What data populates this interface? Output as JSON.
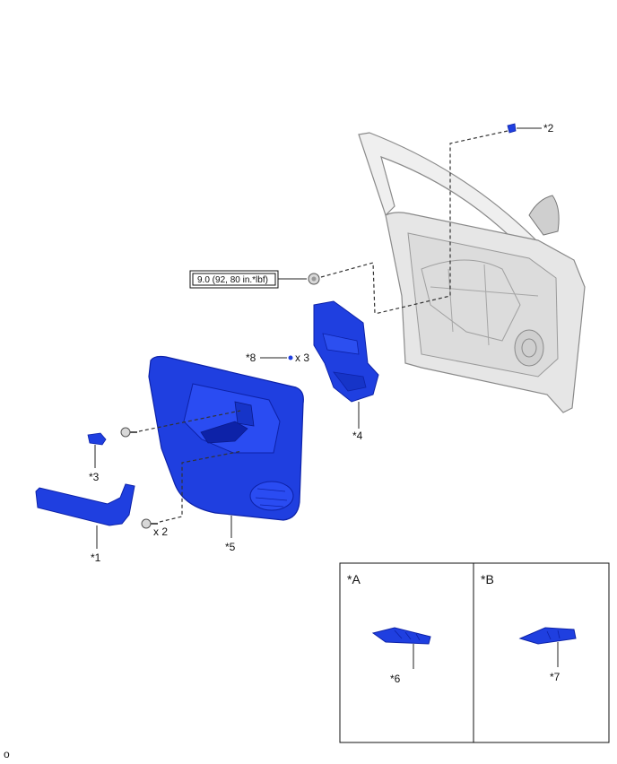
{
  "colors": {
    "part_blue": "#1f3fe0",
    "part_blue_dark": "#0d22a8",
    "door_grey": "#e6e6e6",
    "door_line": "#8a8a8a"
  },
  "labels": {
    "p1": "*1",
    "p2": "*2",
    "p3": "*3",
    "p4": "*4",
    "p5": "*5",
    "p6": "*6",
    "p7": "*7",
    "p8": "*8",
    "qty_x3": "x 3",
    "qty_x2": "x 2"
  },
  "torque": "9.0 (92, 80 in.*lbf)",
  "inset": {
    "a": "*A",
    "b": "*B"
  },
  "footer_code": "o"
}
